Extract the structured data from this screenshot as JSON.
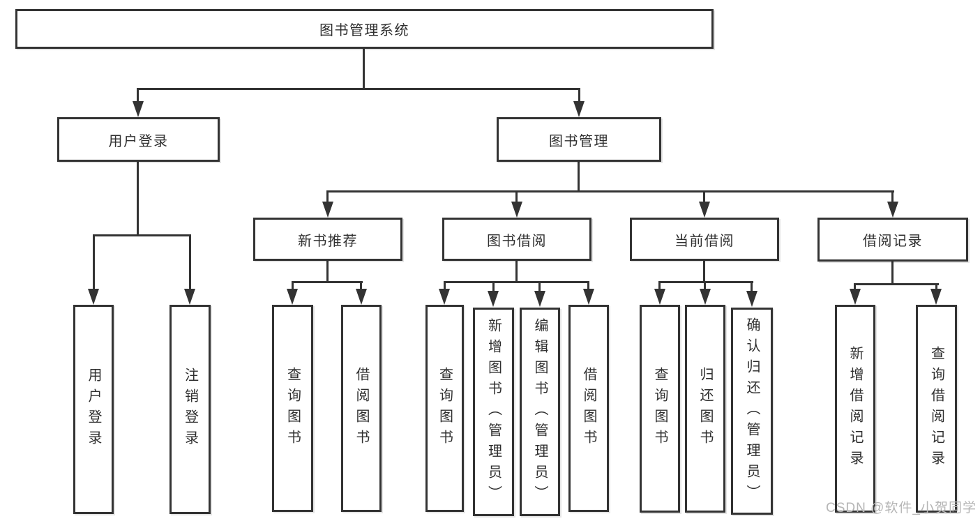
{
  "diagram": {
    "root": {
      "label": "图书管理系统",
      "children": [
        {
          "label": "用户登录",
          "children": [
            {
              "label": "用户登录"
            },
            {
              "label": "注销登录"
            }
          ]
        },
        {
          "label": "图书管理",
          "children": [
            {
              "label": "新书推荐",
              "children": [
                {
                  "label": "查询图书"
                },
                {
                  "label": "借阅图书"
                }
              ]
            },
            {
              "label": "图书借阅",
              "children": [
                {
                  "label": "查询图书"
                },
                {
                  "label": "新增图书（管理员）"
                },
                {
                  "label": "编辑图书（管理员）"
                },
                {
                  "label": "借阅图书"
                }
              ]
            },
            {
              "label": "当前借阅",
              "children": [
                {
                  "label": "查询图书"
                },
                {
                  "label": "归还图书"
                },
                {
                  "label": "确认归还（管理员）"
                }
              ]
            },
            {
              "label": "借阅记录",
              "children": [
                {
                  "label": "新增借阅记录"
                },
                {
                  "label": "查询借阅记录"
                }
              ]
            }
          ]
        }
      ]
    }
  },
  "watermark": {
    "text": "CSDN @软件_小贺同学",
    "color": "#b5b5b5"
  },
  "colors": {
    "background": "#ffffff",
    "line": "#333333",
    "box_fill": "#ffffff",
    "text": "#2f2f2f"
  }
}
